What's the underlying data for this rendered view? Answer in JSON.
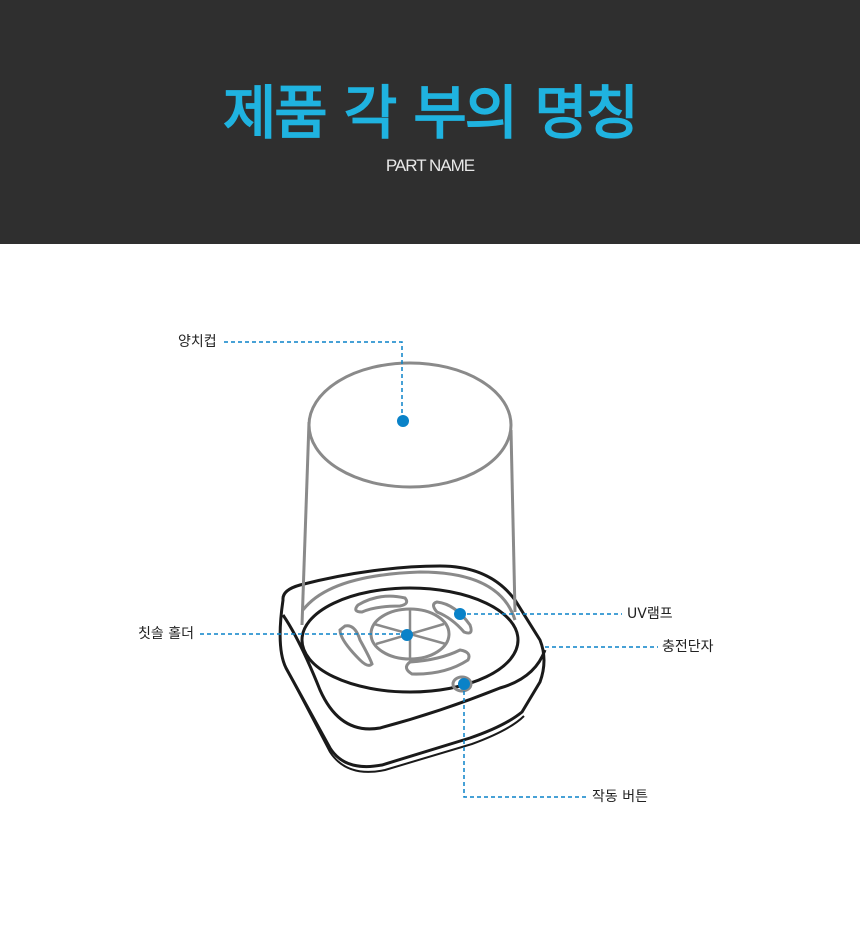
{
  "header": {
    "title": "제품 각 부의 명칭",
    "subtitle": "PART NAME"
  },
  "parts": {
    "cup": "양치컵",
    "uv_lamp": "UV램프",
    "charging_port": "충전단자",
    "toothbrush_holder": "칫솔 홀더",
    "power_button": "작동 버튼"
  },
  "colors": {
    "header_bg": "#2f2f2f",
    "title": "#1fb3e0",
    "callout": "#0a82c8"
  }
}
